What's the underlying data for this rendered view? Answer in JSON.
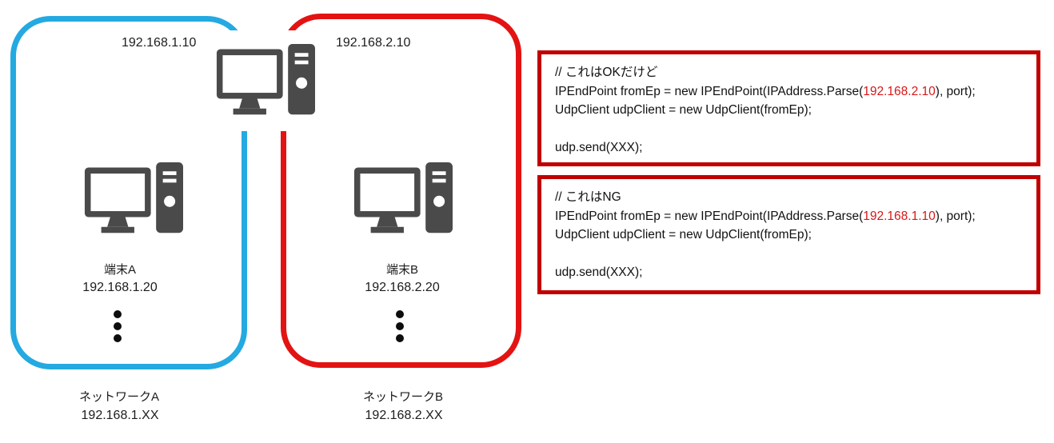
{
  "diagram": {
    "router": {
      "ip_left": "192.168.1.10",
      "ip_right": "192.168.2.10"
    },
    "network_a": {
      "label": "ネットワークA",
      "subnet": "192.168.1.XX",
      "border_color": "#24a9e1",
      "terminal": {
        "name": "端末A",
        "ip": "192.168.1.20"
      }
    },
    "network_b": {
      "label": "ネットワークB",
      "subnet": "192.168.2.XX",
      "border_color": "#e31313",
      "terminal": {
        "name": "端末B",
        "ip": "192.168.2.20"
      }
    },
    "icon_color": "#4a4a4a"
  },
  "code_boxes": [
    {
      "border_color": "#c00000",
      "ip_highlight_color": "#d91616",
      "comment": "// これはOKだけど",
      "endpoint_line": {
        "before": "IPEndPoint fromEp = new IPEndPoint(IPAddress.Parse(",
        "ip": "192.168.2.10",
        "after": "), port);"
      },
      "client_line": "UdpClient udpClient = new UdpClient(fromEp);",
      "send_line": "udp.send(XXX);"
    },
    {
      "border_color": "#c00000",
      "ip_highlight_color": "#d91616",
      "comment": "// これはNG",
      "endpoint_line": {
        "before": "IPEndPoint fromEp = new IPEndPoint(IPAddress.Parse(",
        "ip": "192.168.1.10",
        "after": "), port);"
      },
      "client_line": "UdpClient udpClient = new UdpClient(fromEp);",
      "send_line": "udp.send(XXX);"
    }
  ]
}
